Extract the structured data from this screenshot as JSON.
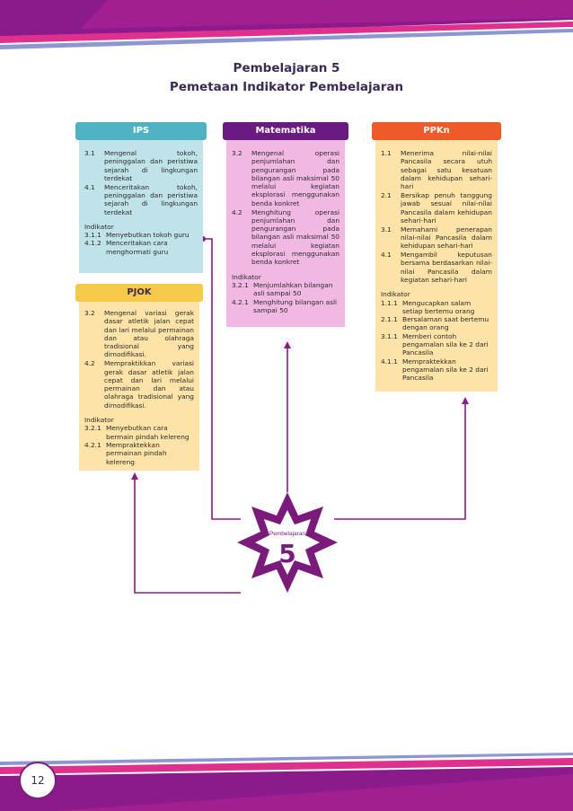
{
  "header": {
    "title": "Pembelajaran 5",
    "subtitle": "Pemetaan Indikator Pembelajaran"
  },
  "colors": {
    "purple": "#8b1a8a",
    "magenta": "#c2187f",
    "ips_tab": "#4fb3c4",
    "ips_box": "#bfe3e9",
    "mtk_tab": "#6a1b82",
    "mtk_box": "#f2b8e4",
    "ppkn_tab": "#f05a28",
    "ppkn_box": "#fde3a7",
    "pjok_tab": "#f7c948",
    "pjok_box": "#fde3a7"
  },
  "ips": {
    "label": "IPS",
    "items": [
      {
        "num": "3.1",
        "text": "Mengenal tokoh, peninggalan dan peristiwa sejarah di lingkungan terdekat"
      },
      {
        "num": "4.1",
        "text": "Menceritakan tokoh, peninggalan dan peristiwa sejarah di lingkungan terdekat"
      }
    ],
    "indikator_label": "Indikator",
    "indicators": [
      {
        "num": "3.1.1",
        "text": "Menyebutkan tokoh guru"
      },
      {
        "num": "4.1.2",
        "text": "Menceritakan cara menghormati guru"
      }
    ]
  },
  "matematika": {
    "label": "Matematika",
    "items": [
      {
        "num": "3.2",
        "text": "Mengenal operasi penjumlahan dan pengurangan pada bilangan asli maksimal 50 melalui kegiatan eksplorasi menggunakan benda konkret"
      },
      {
        "num": "4.2",
        "text": "Menghitung operasi penjumlahan dan pengurangan pada bilangan asli maksimal 50 melalui kegiatan eksplorasi menggunakan benda konkret"
      }
    ],
    "indikator_label": "Indikator",
    "indicators": [
      {
        "num": "3.2.1",
        "text": "Menjumlahkan bilangan asli sampai 50"
      },
      {
        "num": "4.2.1",
        "text": "Menghitung bilangan asli sampai 50"
      }
    ]
  },
  "ppkn": {
    "label": "PPKn",
    "items": [
      {
        "num": "1.1",
        "text": "Menerima nilai-nilai Pancasila secara utuh sebagai satu kesatuan dalam kehidupan sehari-hari"
      },
      {
        "num": "2.1",
        "text": "Bersikap penuh tanggung jawab sesuai nilai-nilai Pancasila dalam kehidupan sehari-hari"
      },
      {
        "num": "3.1",
        "text": "Memahami penerapan nilai-nilai Pancasila dalam kehidupan sehari-hari"
      },
      {
        "num": "4.1",
        "text": "Mengambil keputusan bersama berdasarkan nilai-nilai Pancasila dalam kegiatan sehari-hari"
      }
    ],
    "indikator_label": "Indikator",
    "indicators": [
      {
        "num": "1.1.1",
        "text": "Mengucapkan salam setiap bertemu orang"
      },
      {
        "num": "2.1.1",
        "text": "Bersalaman saat bertemu dengan orang"
      },
      {
        "num": "3.1.1",
        "text": "Memberi contoh pengamalan sila ke 2 dari Pancasila"
      },
      {
        "num": "4.1.1",
        "text": "Mempraktekkan pengamalan sila ke 2 dari Pancasila"
      }
    ]
  },
  "pjok": {
    "label": "PJOK",
    "items": [
      {
        "num": "3.2",
        "text": "Mengenal variasi gerak dasar atletik jalan cepat dan lari melalui permainan dan atau olahraga tradisional yang dimodifikasi."
      },
      {
        "num": "4.2",
        "text": "Mempraktikkan variasi gerak dasar atletik jalan cepat dan lari melalui permainan dan atau olahraga tradisional yang dimodifikasi."
      }
    ],
    "indikator_label": "Indikator",
    "indicators": [
      {
        "num": "3.2.1",
        "text": "Menyebutkan cara bermain pindah kelereng"
      },
      {
        "num": "4.2.1",
        "text": "Mempraktekkan permainan pindah kelereng"
      }
    ]
  },
  "center": {
    "label": "Pembelajaran",
    "number": "5"
  },
  "footer": {
    "page_number": "12"
  }
}
